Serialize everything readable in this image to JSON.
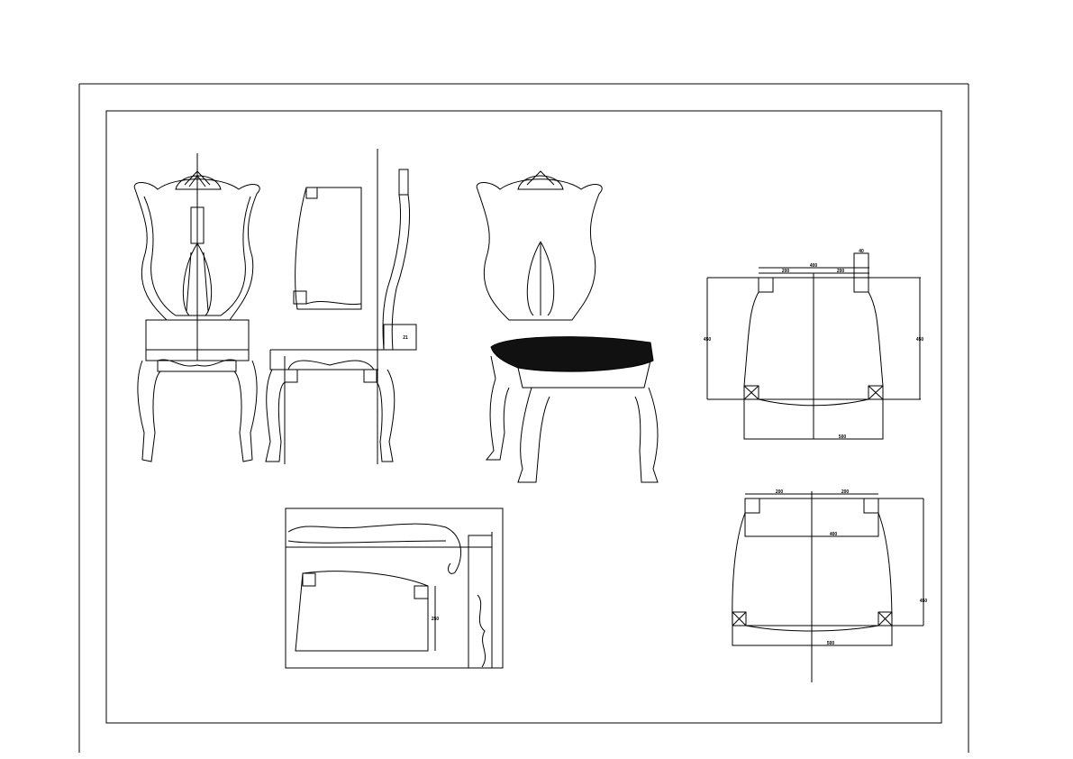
{
  "drawing": {
    "line_color": "#000000",
    "background": "#ffffff",
    "plan_top": {
      "overall_width": "400",
      "half_left": "200",
      "half_right": "200",
      "post": "40",
      "depth_left": "450",
      "depth_right": "450",
      "front_width": "500"
    },
    "plan_bottom": {
      "half_left": "200",
      "half_right": "200",
      "inner_width": "400",
      "depth": "450",
      "front_width": "500"
    },
    "side_view": {
      "dim": "21"
    },
    "detail": {
      "dim": "250"
    }
  }
}
